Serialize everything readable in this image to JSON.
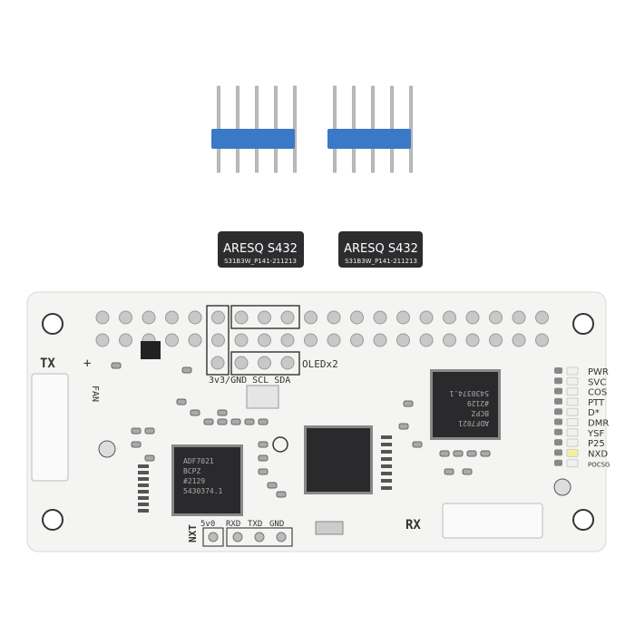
{
  "chips": [
    {
      "line1": "ARESQ S432",
      "line2": "S31B3W_P141-211213"
    },
    {
      "line1": "ARESQ S432",
      "line2": "S31B3W_P141-211213"
    }
  ],
  "board": {
    "tx_label": "TX",
    "plus_label": "+",
    "fan_label": "FAN",
    "i2c_label": "3v3/GND SCL SDA",
    "oled_label": "OLEDx2",
    "rx_label": "RX",
    "nxt_label": "NXT",
    "serial_labels": [
      "5v0",
      "RXD",
      "TXD",
      "GND"
    ],
    "led_labels": [
      "PWR",
      "SVC",
      "COS",
      "PTT",
      "D*",
      "DMR",
      "YSF",
      "P25",
      "NXD",
      "POCSG"
    ],
    "radio_chip_left": [
      "ADF7021",
      "BCPZ",
      "#2129",
      "5430374.1"
    ],
    "radio_chip_right": [
      "ADF7021",
      "BCPZ",
      "#2129",
      "5430374.1"
    ]
  },
  "colors": {
    "board": "#f4f4f2",
    "pin_block": "#3a78c8",
    "chip": "#2a2a2c",
    "led_lit": "#f4f09a"
  }
}
